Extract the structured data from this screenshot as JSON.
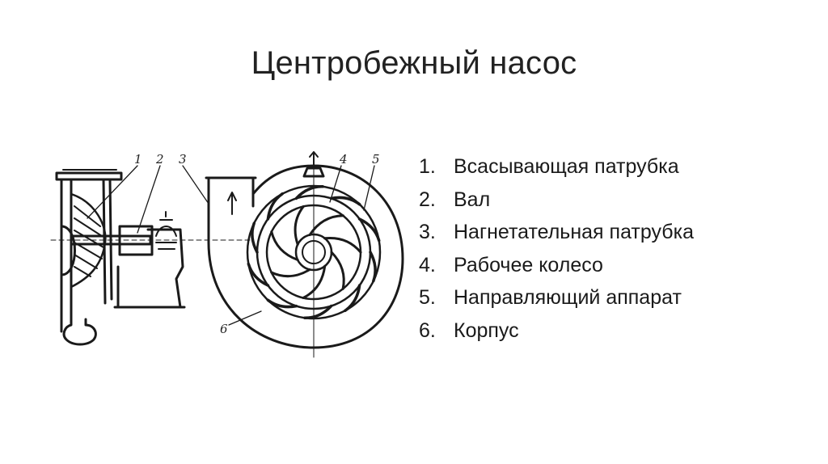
{
  "slide": {
    "title": "Центробежный насос"
  },
  "figure": {
    "callouts": [
      "1",
      "2",
      "3",
      "4",
      "5",
      "6"
    ]
  },
  "legend": {
    "items": [
      {
        "number": "1.",
        "label": "Всасывающая патрубка"
      },
      {
        "number": "2.",
        "label": "Вал"
      },
      {
        "number": "3.",
        "label": "Нагнетательная патрубка"
      },
      {
        "number": "4.",
        "label": "Рабочее колесо"
      },
      {
        "number": "5.",
        "label": "Направляющий аппарат"
      },
      {
        "number": "6.",
        "label": "Корпус"
      }
    ]
  }
}
